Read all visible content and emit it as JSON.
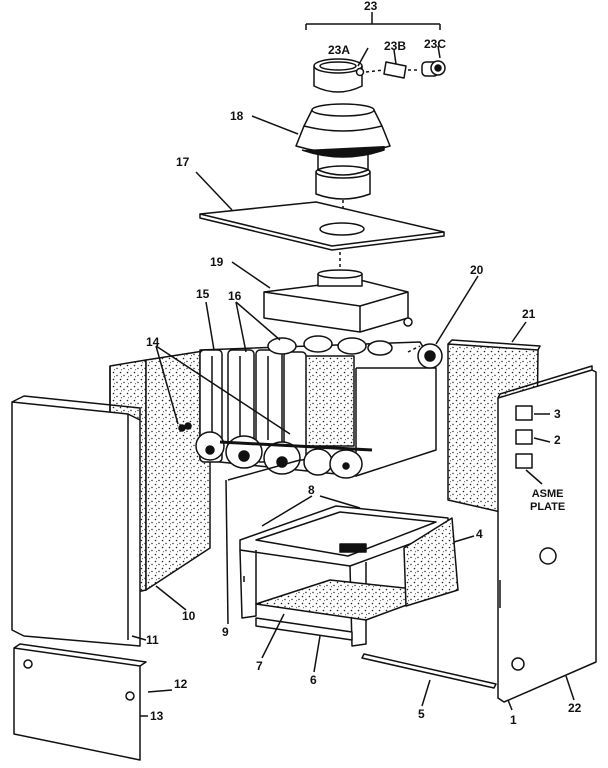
{
  "diagram": {
    "callouts": {
      "c1": "1",
      "c2": "2",
      "c3": "3",
      "c4": "4",
      "c5": "5",
      "c6": "6",
      "c7": "7",
      "c8": "8",
      "c9": "9",
      "c10": "10",
      "c11": "11",
      "c12": "12",
      "c13": "13",
      "c14": "14",
      "c15": "15",
      "c16": "16",
      "c17": "17",
      "c18": "18",
      "c19": "19",
      "c20": "20",
      "c21": "21",
      "c22": "22",
      "c23": "23",
      "c23a": "23A",
      "c23b": "23B",
      "c23c": "23C"
    },
    "asme_plate_line1": "ASME",
    "asme_plate_line2": "PLATE"
  }
}
